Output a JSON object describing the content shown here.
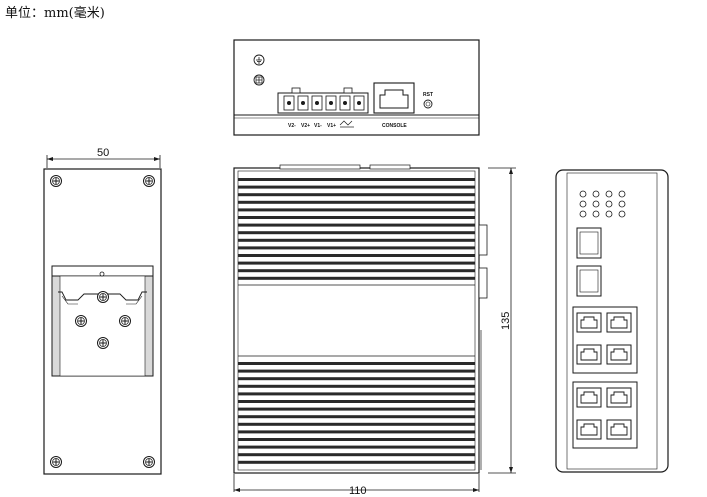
{
  "unit_label": "单位：mm(毫米)",
  "dimensions": {
    "width_side": "50",
    "width_front": "110",
    "height_front": "135"
  },
  "top_view": {
    "terminal_labels": [
      "V2-",
      "V2+",
      "V1-",
      "V1+"
    ],
    "console_label": "CONSOLE",
    "rst_label": "RST"
  },
  "colors": {
    "stroke": "#1a1a1a",
    "rail": "#d9d9d9",
    "fin": "#2a2a2a"
  }
}
